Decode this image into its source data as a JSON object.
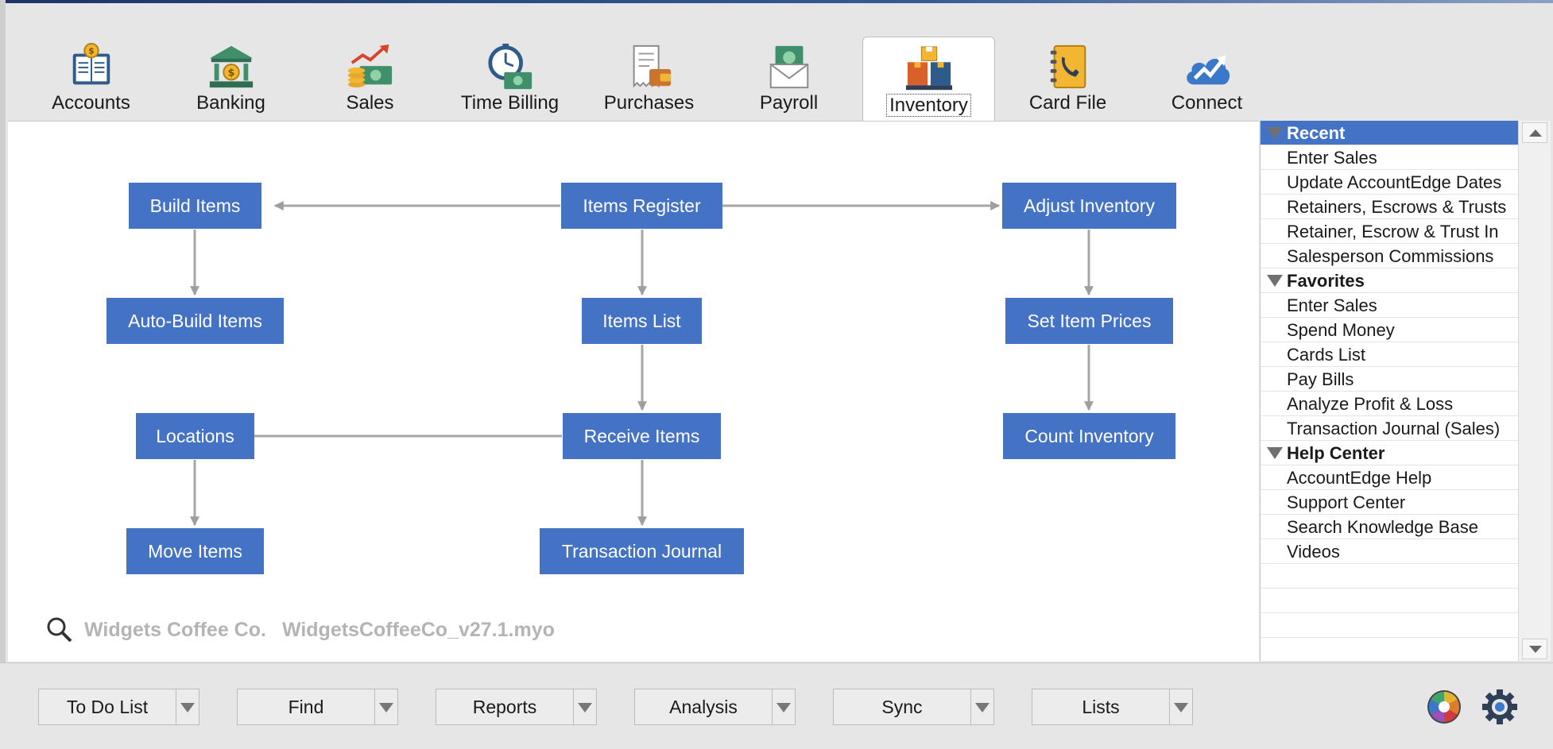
{
  "modules": [
    {
      "label": "Accounts",
      "icon": "ledger-icon"
    },
    {
      "label": "Banking",
      "icon": "bank-icon"
    },
    {
      "label": "Sales",
      "icon": "money-growth-icon"
    },
    {
      "label": "Time Billing",
      "icon": "stopwatch-money-icon"
    },
    {
      "label": "Purchases",
      "icon": "receipt-wallet-icon"
    },
    {
      "label": "Payroll",
      "icon": "cash-envelope-icon"
    },
    {
      "label": "Inventory",
      "icon": "boxes-icon"
    },
    {
      "label": "Card File",
      "icon": "address-book-icon"
    },
    {
      "label": "Connect",
      "icon": "cloud-connect-icon"
    }
  ],
  "active_module": "Inventory",
  "flow": {
    "build_items": "Build Items",
    "items_register": "Items Register",
    "adjust_inventory": "Adjust Inventory",
    "auto_build_items": "Auto-Build Items",
    "items_list": "Items List",
    "set_item_prices": "Set Item Prices",
    "locations": "Locations",
    "receive_items": "Receive Items",
    "count_inventory": "Count Inventory",
    "move_items": "Move Items",
    "transaction_journal": "Transaction Journal"
  },
  "company": {
    "name": "Widgets Coffee Co.",
    "file": "WidgetsCoffeeCo_v27.1.myo"
  },
  "side": {
    "recent_header": "Recent",
    "recent": [
      "Enter Sales",
      "Update AccountEdge Dates",
      "Retainers, Escrows & Trusts",
      "Retainer, Escrow & Trust In",
      "Salesperson Commissions"
    ],
    "favorites_header": "Favorites",
    "favorites": [
      "Enter Sales",
      "Spend Money",
      "Cards List",
      "Pay Bills",
      "Analyze Profit & Loss",
      "Transaction Journal (Sales)"
    ],
    "help_header": "Help Center",
    "help": [
      "AccountEdge Help",
      "Support Center",
      "Search Knowledge Base",
      "Videos"
    ]
  },
  "bottom": {
    "todo": "To Do List",
    "find": "Find",
    "reports": "Reports",
    "analysis": "Analysis",
    "sync": "Sync",
    "lists": "Lists"
  },
  "colors": {
    "node_blue": "#4472c4",
    "arrow_gray": "#9e9e9e"
  }
}
